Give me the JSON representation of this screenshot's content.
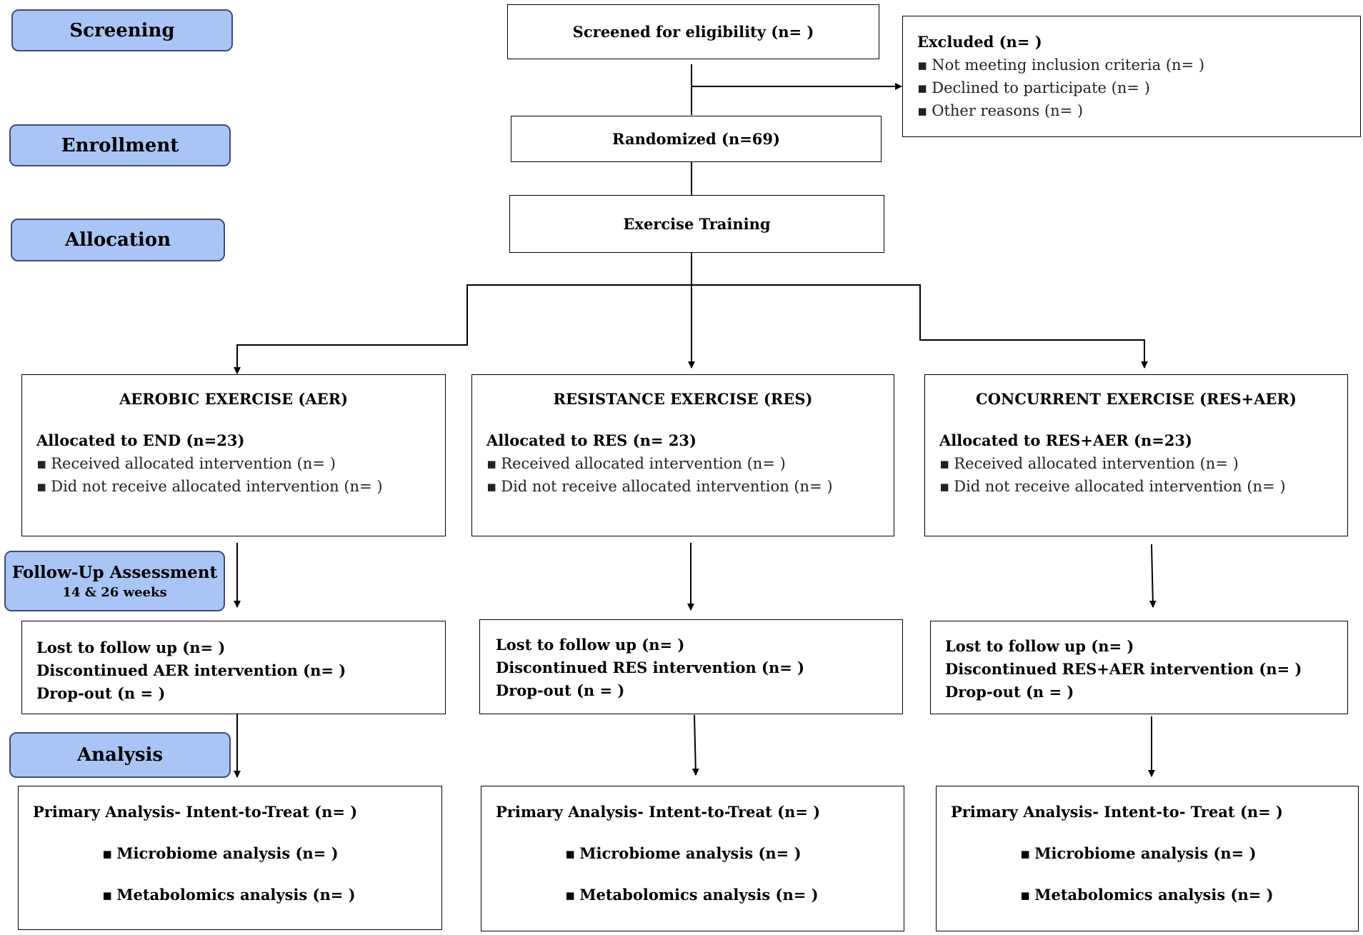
{
  "stages": {
    "screening": "Screening",
    "enrollment": "Enrollment",
    "allocation": "Allocation",
    "followup": "Follow-Up Assessment",
    "followup_sub": "14 & 26 weeks",
    "analysis": "Analysis"
  },
  "screened": "Screened for eligibility (n= )",
  "excluded": {
    "title": "Excluded (n= )",
    "items": [
      "Not meeting inclusion criteria (n= )",
      "Declined to participate (n= )",
      "Other reasons (n= )"
    ]
  },
  "randomized": "Randomized (n=69)",
  "exercise": "Exercise Training",
  "arms": [
    {
      "title": "AEROBIC EXERCISE (AER)",
      "allocated": "Allocated to END (n=23)",
      "received": "Received allocated intervention (n= )",
      "not_received": "Did not receive allocated intervention (n= )",
      "lost": "Lost to follow up (n= )",
      "discontinued": "Discontinued AER intervention (n= )",
      "dropout": "Drop-out (n =  )",
      "primary": "Primary Analysis- Intent-to-Treat (n= )",
      "microbiome": "Microbiome analysis (n= )",
      "metabolomics": "Metabolomics analysis (n= )"
    },
    {
      "title": "RESISTANCE EXERCISE (RES)",
      "allocated": "Allocated to RES (n= 23)",
      "received": "Received allocated intervention (n= )",
      "not_received": "Did not receive allocated intervention (n= )",
      "lost": "Lost to follow up (n= )",
      "discontinued": "Discontinued RES intervention (n= )",
      "dropout": "Drop-out (n =  )",
      "primary": "Primary Analysis- Intent-to-Treat (n= )",
      "microbiome": "Microbiome analysis (n= )",
      "metabolomics": "Metabolomics analysis (n= )"
    },
    {
      "title": "CONCURRENT EXERCISE (RES+AER)",
      "allocated": "Allocated to RES+AER (n=23)",
      "received": "Received allocated intervention (n= )",
      "not_received": "Did not receive allocated intervention (n= )",
      "lost": "Lost to follow up (n= )",
      "discontinued": "Discontinued RES+AER intervention (n= )",
      "dropout": "Drop-out (n =  )",
      "primary": "Primary Analysis- Intent-to- Treat (n= )",
      "microbiome": "Microbiome analysis (n= )",
      "metabolomics": "Metabolomics analysis (n= )"
    }
  ],
  "colors": {
    "stage_fill": "#a9c4f5",
    "stage_border": "#3c4e7c"
  }
}
